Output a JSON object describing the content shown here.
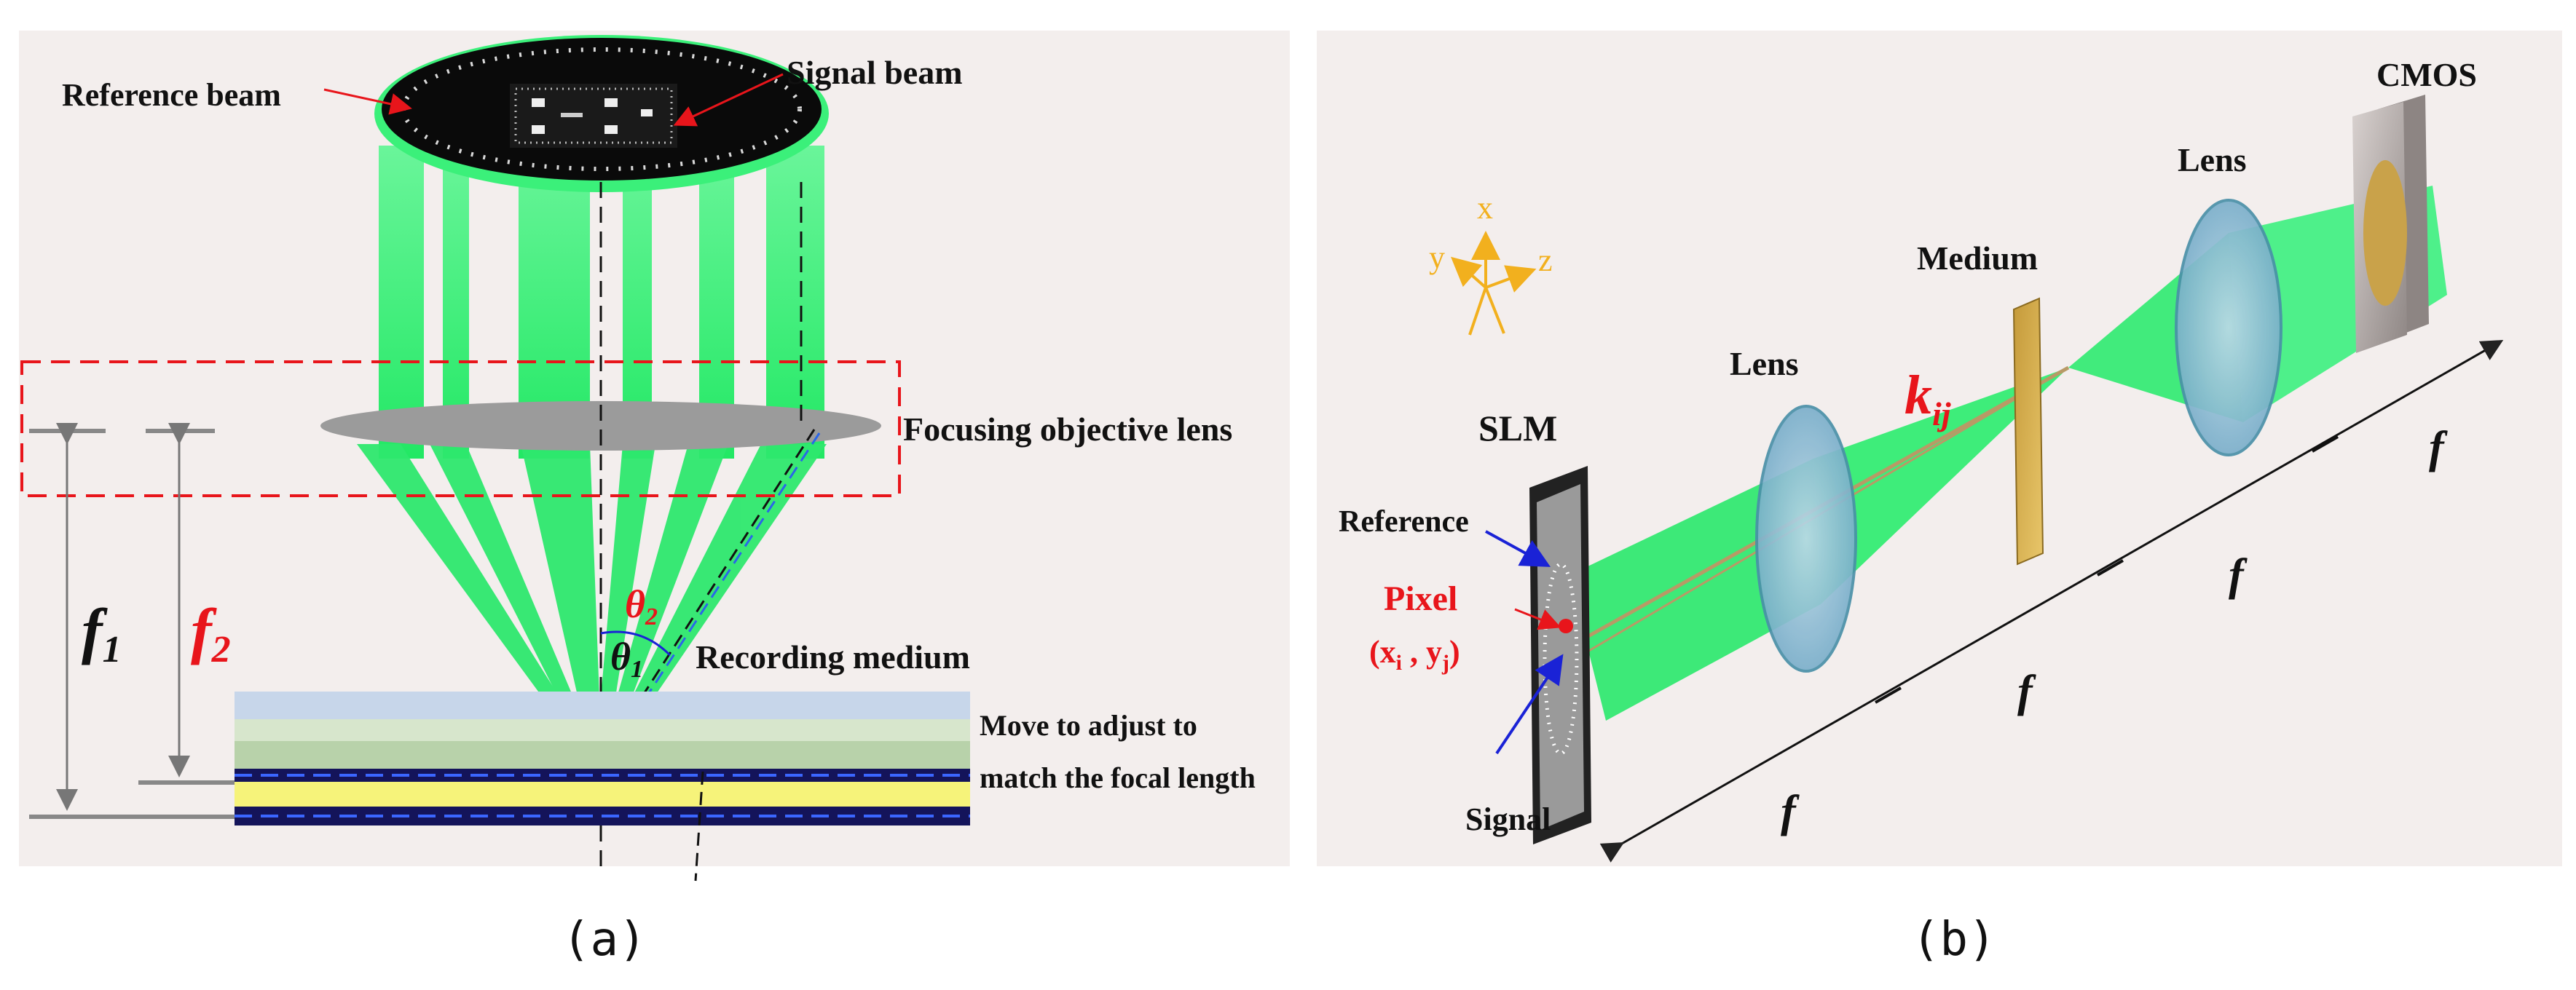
{
  "panel_a": {
    "reference_beam": "Reference beam",
    "signal_beam": "Signal beam",
    "focusing_lens": "Focusing objective lens",
    "f1": "f",
    "f1_sub": "1",
    "f2": "f",
    "f2_sub": "2",
    "theta2": "θ",
    "theta2_sub": "2",
    "theta1": "θ",
    "theta1_sub": "1",
    "recording_medium": "Recording medium",
    "move_line1": "Move to adjust to",
    "move_line2": "match the focal length",
    "caption": "(a)"
  },
  "panel_b": {
    "cmos": "CMOS",
    "lens_right": "Lens",
    "medium": "Medium",
    "lens_left": "Lens",
    "slm": "SLM",
    "k": "k",
    "k_sub": "ij",
    "reference": "Reference",
    "pixel": "Pixel",
    "pixel_coord": "(x",
    "pixel_coord_i": "i",
    "pixel_coord_mid": " , y",
    "pixel_coord_j": "j",
    "pixel_coord_end": ")",
    "signal": "Signal",
    "axis_x": "x",
    "axis_y": "y",
    "axis_z": "z",
    "f_labels": [
      "f",
      "f",
      "f",
      "f"
    ],
    "caption": "(b)"
  },
  "colors": {
    "beam": "#3ef27a",
    "panel_bg": "#f3eeed",
    "red": "#e8151b",
    "blue": "#1a22d6",
    "axis": "#f2b01e"
  }
}
